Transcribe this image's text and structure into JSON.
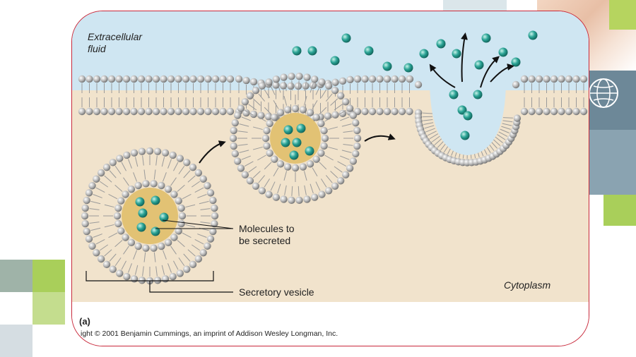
{
  "diagram": {
    "region_top_label_line1": "Extracellular",
    "region_top_label_line2": "fluid",
    "region_bottom_label": "Cytoplasm",
    "molecules_label_line1": "Molecules to",
    "molecules_label_line2": "be secreted",
    "vesicle_label": "Secretory vesicle",
    "figure_part": "(a)",
    "copyright": "ight © 2001 Benjamin Cummings, an imprint of Addison Wesley Longman, Inc."
  },
  "colors": {
    "extracellular": "#cfe6f2",
    "cytoplasm": "#f1e3cc",
    "vesicle_core": "#e2c274",
    "molecule": "#2aa395",
    "frame_border": "#c8283a",
    "accent_green": "#a9cf5a",
    "accent_slate": "#6b8799"
  },
  "icons": [
    "globe-icon"
  ]
}
